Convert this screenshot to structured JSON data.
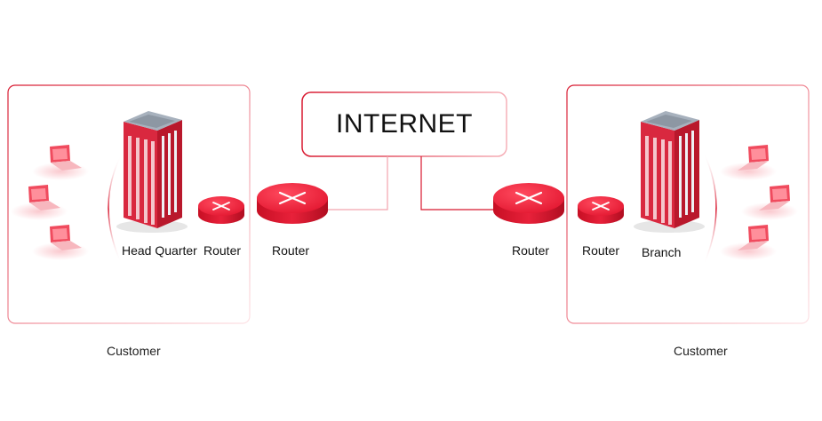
{
  "internet": {
    "label": "INTERNET"
  },
  "sites": [
    {
      "building_label": "Head Quarter",
      "router_label": "Router",
      "caption": "Customer"
    },
    {
      "building_label": "Branch",
      "router_label": "Router",
      "caption": "Customer"
    }
  ],
  "edge_routers": [
    {
      "label": "Router"
    },
    {
      "label": "Router"
    }
  ],
  "colors": {
    "accent": "#e0203a",
    "accent_dark": "#b3122a",
    "accent_light": "#f6a3ad",
    "building_gray": "#9fa8b4"
  }
}
